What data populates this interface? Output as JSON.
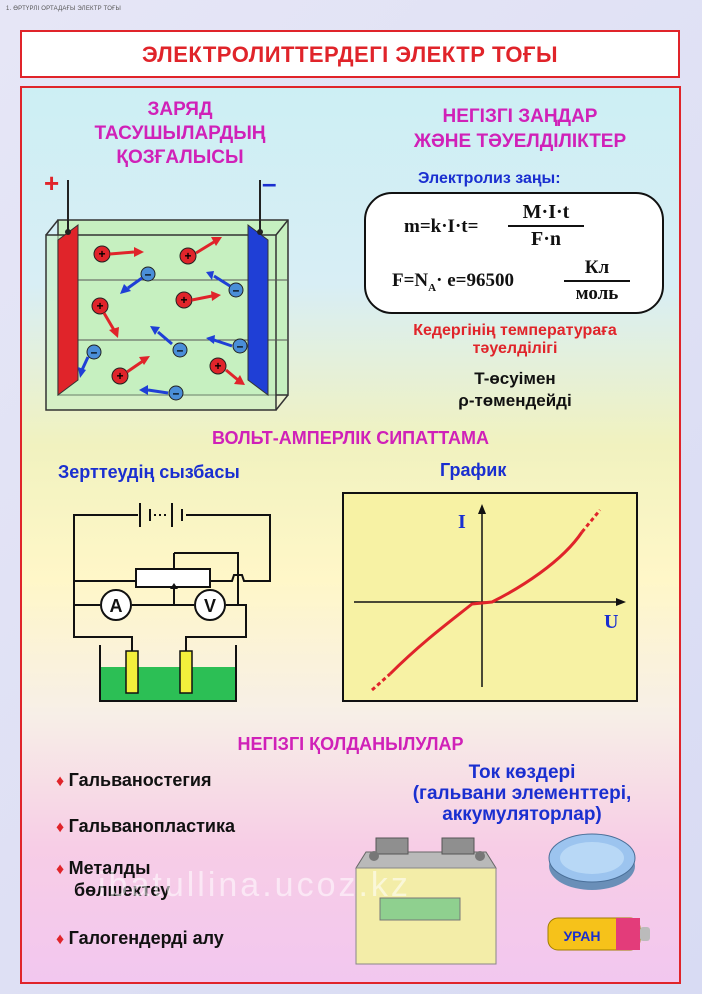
{
  "header": {
    "small_caption": "1. ӨРТҮРЛІ ОРТАДАҒЫ ЭЛЕКТР ТОҒЫ",
    "title": "ЭЛЕКТРОЛИТТЕРДЕГІ ЭЛЕКТР ТОҒЫ"
  },
  "charge_section": {
    "title_line1": "ЗАРЯД",
    "title_line2": "ТАСУШЫЛАРДЫҢ",
    "title_line3": "ҚОЗҒАЛЫСЫ",
    "plus": "+",
    "minus": "–",
    "colors": {
      "anode": "#e0242a",
      "cathode": "#1f3fd6",
      "electrolyte": "#c8f0c0"
    }
  },
  "laws_section": {
    "title_line1": "НЕГІЗГІ ЗАҢДАР",
    "title_line2": "ЖӘНЕ ТӘУЕЛДІЛІКТЕР",
    "electrolysis_label": "Электролиз заңы:",
    "formula1_left": "m=k·I·t=",
    "formula1_num": "M·I·t",
    "formula1_den": "F·n",
    "formula2_left_a": "F=N",
    "formula2_sub": "A",
    "formula2_left_b": "· e=96500",
    "formula2_num": "Кл",
    "formula2_den": "моль",
    "temp_title_line1": "Кедергінің температураға",
    "temp_title_line2": "тәуелділігі",
    "temp_line1": "T-өсуімен",
    "temp_line2": "ρ-төмендейді"
  },
  "va_section": {
    "title": "ВОЛЬТ-АМПЕРЛІК СИПАТТАМА",
    "scheme_label": "Зерттеудің сызбасы",
    "graph_label": "График",
    "ammeter": "A",
    "voltmeter": "V",
    "axis_i": "I",
    "axis_u": "U"
  },
  "applications": {
    "title": "НЕГІЗГІ ҚОЛДАНЫЛУЛАР",
    "items": [
      "Гальваностегия",
      "Гальванопластика",
      "Металды бөлшектеу",
      "Галогендерді алу"
    ],
    "item3_line1": "Металды",
    "item3_line2": "бөлшектеу",
    "sources_line1": "Ток көздері",
    "sources_line2": "(гальвани элементтері,",
    "sources_line3": "аккумуляторлар)",
    "battery_label": "УРАН"
  },
  "watermark": "ibatullina.ucoz.kz"
}
